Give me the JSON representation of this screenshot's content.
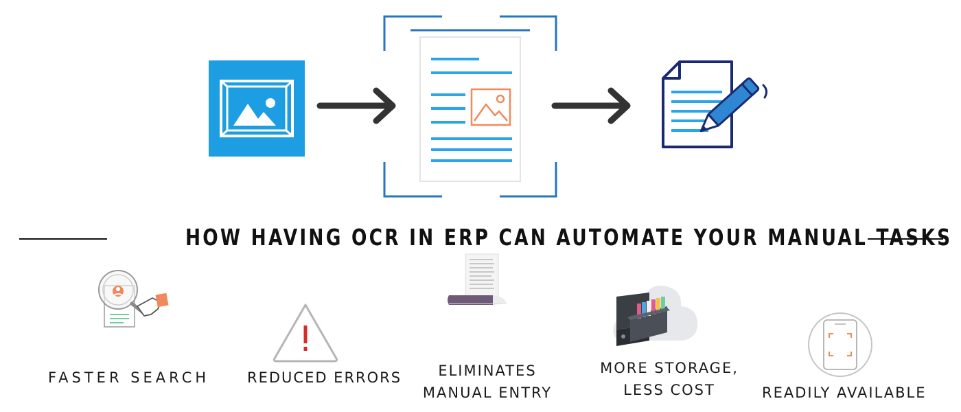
{
  "title": "HOW HAVING OCR IN ERP CAN AUTOMATE YOUR MANUAL TASKS",
  "flow": {
    "steps": [
      {
        "icon": "image-icon"
      },
      {
        "icon": "arrow-right-icon"
      },
      {
        "icon": "scanned-document-icon"
      },
      {
        "icon": "arrow-right-icon"
      },
      {
        "icon": "document-edit-icon"
      }
    ]
  },
  "benefits": [
    {
      "icon": "magnifier-search-icon",
      "lines": [
        "FASTER SEARCH"
      ]
    },
    {
      "icon": "warning-triangle-icon",
      "lines": [
        "REDUCED ERRORS"
      ]
    },
    {
      "icon": "paper-stack-icon",
      "lines": [
        "ELIMINATES",
        "MANUAL ENTRY"
      ]
    },
    {
      "icon": "cloud-file-drawer-icon",
      "lines": [
        "MORE STORAGE,",
        "LESS COST"
      ]
    },
    {
      "icon": "phone-scan-icon",
      "lines": [
        "READILY AVAILABLE"
      ]
    }
  ],
  "colors": {
    "blue": "#1d9ee3",
    "frame_blue": "#2476c2",
    "line_blue": "#2aa6e8",
    "navy": "#1a2a72",
    "orange": "#f08a5d",
    "dark": "#333333"
  }
}
